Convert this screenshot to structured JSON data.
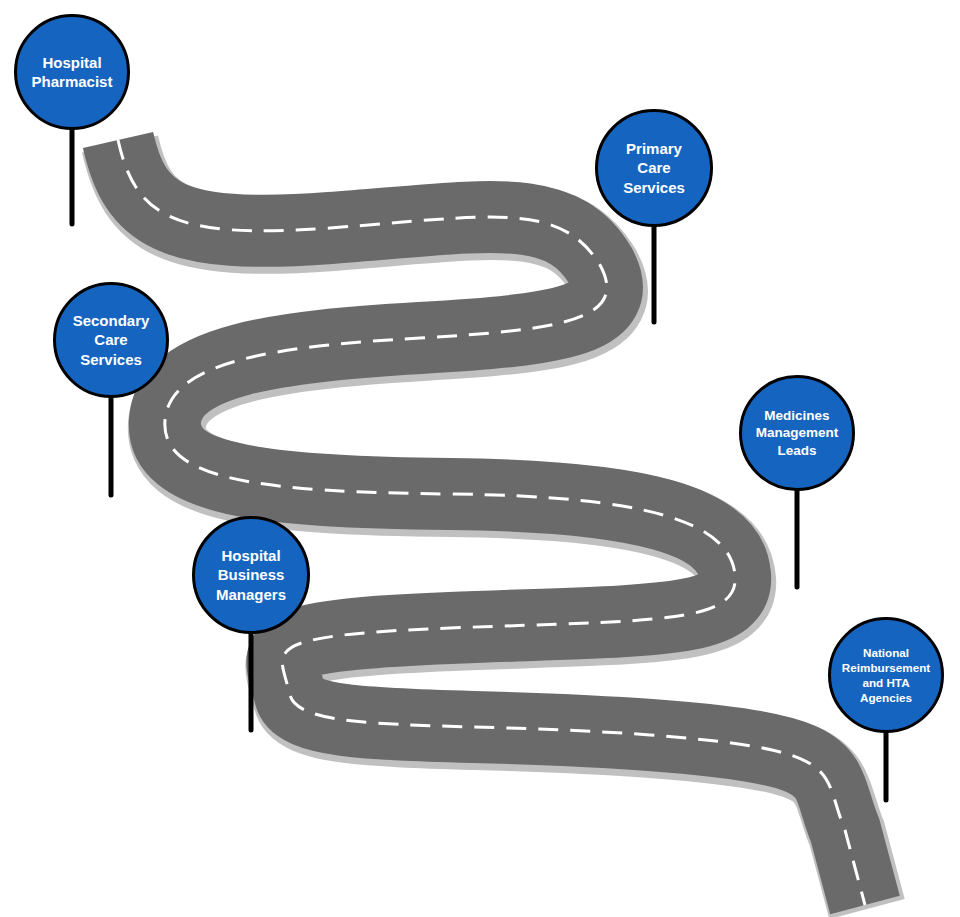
{
  "diagram": {
    "nodes": [
      {
        "text": [
          "Hospital Pharmacist"
        ]
      },
      {
        "text": [
          "Primary Care Services"
        ]
      },
      {
        "text": [
          "Secondary Care Services"
        ]
      },
      {
        "text": [
          "Medicines Management Leads"
        ]
      },
      {
        "text": [
          "Hospital Business Managers"
        ]
      },
      {
        "text": [
          "National Reimbursement and HTA Agencies"
        ]
      }
    ]
  }
}
